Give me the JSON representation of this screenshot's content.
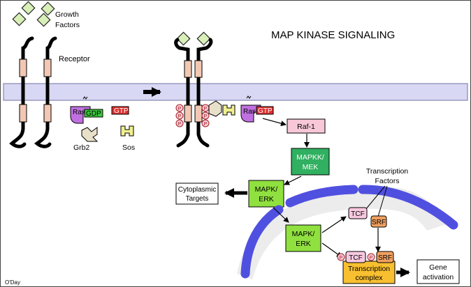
{
  "title": "MAP KINASE SIGNALING",
  "labels": {
    "growth_factors_line1": "Growth",
    "growth_factors_line2": "Factors",
    "receptor": "Receptor",
    "ras": "Ras",
    "gdp": "GDP",
    "gtp": "GTP",
    "ras2": "Ras",
    "gtp2": "GTP",
    "grb2": "Grb2",
    "sos": "Sos",
    "phospho": "P",
    "raf1": "Raf-1",
    "mapkk_line1": "MAPKK/",
    "mapkk_line2": "MEK",
    "mapk1_line1": "MAPK/",
    "mapk1_line2": "ERK",
    "cytoplasmic_line1": "Cytoplasmic",
    "cytoplasmic_line2": "Targets",
    "transcription_factors_line1": "Transcription",
    "transcription_factors_line2": "Factors",
    "tcf": "TCF",
    "srf": "SRF",
    "mapk2_line1": "MAPK/",
    "mapk2_line2": "ERK",
    "tcf2": "TCF",
    "srf2": "SRF",
    "transcription_complex_line1": "Transcription",
    "transcription_complex_line2": "complex",
    "gene_activation_line1": "Gene",
    "gene_activation_line2": "activation",
    "credit": "O'Day"
  },
  "colors": {
    "membrane": "#d8d8f4",
    "membrane_stroke": "#7070a0",
    "receptor_segment": "#f2c8b4",
    "ras": "#c070e0",
    "gdp": "#3cc83c",
    "gtp": "#e03030",
    "raf": "#f8c8d8",
    "mapkk": "#30b060",
    "mapk": "#90e040",
    "tcf": "#f8c8e0",
    "srf": "#f0a060",
    "complex": "#f8c030",
    "nucleus": "#5050e0",
    "nucleus_fill": "#ececec",
    "growth_factor": "#d8f0b8",
    "grb2": "#e8e0c8",
    "sos": "#f0f090"
  }
}
